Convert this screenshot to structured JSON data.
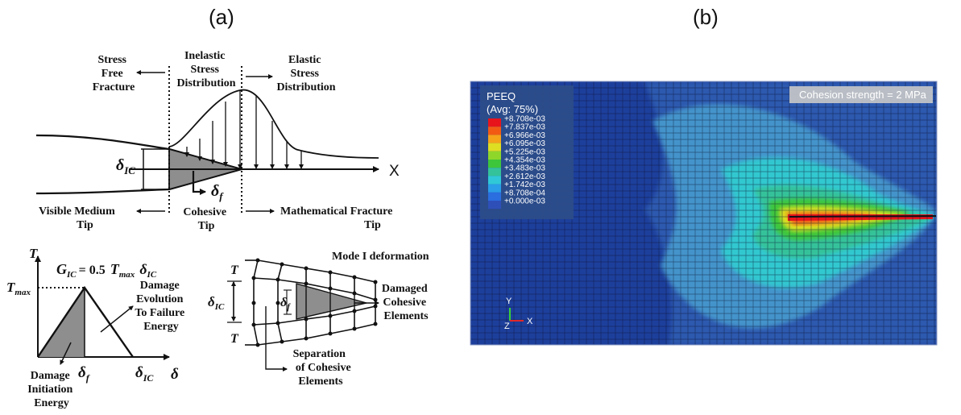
{
  "panel_a": {
    "label": "(a)",
    "regions": {
      "stress_free": [
        "Stress",
        "Free",
        "Fracture"
      ],
      "inelastic": [
        "Inelastic",
        "Stress",
        "Distribution"
      ],
      "elastic": [
        "Elastic",
        "Stress",
        "Distribution"
      ]
    },
    "x_axis": "X",
    "delta_ic": "δ",
    "ic_sub": "IC",
    "delta_f": "δ",
    "f_sub": "f",
    "tips": {
      "visible": [
        "Visible Medium",
        "Tip"
      ],
      "cohesive": [
        "Cohesive",
        "Tip"
      ],
      "mathematical": [
        "Mathematical Fracture",
        "Tip"
      ]
    },
    "traction_law": {
      "y_axis": "T",
      "x_axis": "δ",
      "tmax": "T",
      "max_sub": "max",
      "equation_lhs": "G",
      "equation_mid": "= 0.5",
      "equation_t": "T",
      "equation_delta": "δ",
      "damage_evolution": [
        "Damage",
        "Evolution",
        "To Failure",
        "Energy"
      ],
      "damage_initiation": [
        "Damage",
        "Initiation",
        "Energy"
      ]
    },
    "mode_i": {
      "title": "Mode I deformation",
      "t_top": "T",
      "t_bottom": "T",
      "damaged": [
        "Damaged",
        "Cohesive",
        "Elements"
      ],
      "separation": [
        "Separation",
        "of Cohesive",
        "Elements"
      ]
    }
  },
  "panel_b": {
    "label": "(b)",
    "legend_title": "PEEQ",
    "legend_avg": "(Avg: 75%)",
    "legend_values": [
      "+8.708e-03",
      "+7.837e-03",
      "+6.966e-03",
      "+6.095e-03",
      "+5.225e-03",
      "+4.354e-03",
      "+3.483e-03",
      "+2.612e-03",
      "+1.742e-03",
      "+8.708e-04",
      "+0.000e-03"
    ],
    "legend_colors": [
      "#e8141c",
      "#f25a14",
      "#f5a41a",
      "#dede22",
      "#8fd62a",
      "#3ec63a",
      "#34c29a",
      "#30c8d8",
      "#2a9ee8",
      "#2a6ee0",
      "#2f4fb8"
    ],
    "annotation": "Cohesion strength = 2 MPa",
    "triad": {
      "y": "Y",
      "z": "Z",
      "x": "X"
    }
  }
}
